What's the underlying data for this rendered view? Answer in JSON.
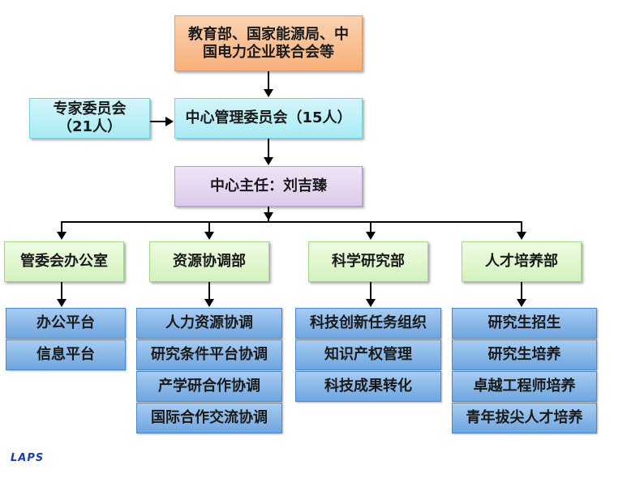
{
  "top": {
    "line1": "教育部、国家能源局、中",
    "line2": "国电力企业联合会等"
  },
  "experts": {
    "line1": "专家委员会",
    "line2": "（21人）"
  },
  "committee": {
    "label": "中心管理委员会（15人）"
  },
  "director": {
    "label": "中心主任：刘吉臻"
  },
  "departments": [
    {
      "label": "管委会办公室",
      "items": [
        "办公平台",
        "信息平台"
      ]
    },
    {
      "label": "资源协调部",
      "items": [
        "人力资源协调",
        "研究条件平台协调",
        "产学研合作协调",
        "国际合作交流协调"
      ]
    },
    {
      "label": "科学研究部",
      "items": [
        "科技创新任务组织",
        "知识产权管理",
        "科技成果转化"
      ]
    },
    {
      "label": "人才培养部",
      "items": [
        "研究生招生",
        "研究生培养",
        "卓越工程师培养",
        "青年拔尖人才培养"
      ]
    }
  ],
  "logo": "LAPS",
  "colors": {
    "top": "#f7b07a",
    "experts": "#a8ebf4",
    "committee": "#a8ebf4",
    "director": "#dccbeb",
    "departments": "#d3f1bd",
    "items": "#6ea5e0"
  }
}
